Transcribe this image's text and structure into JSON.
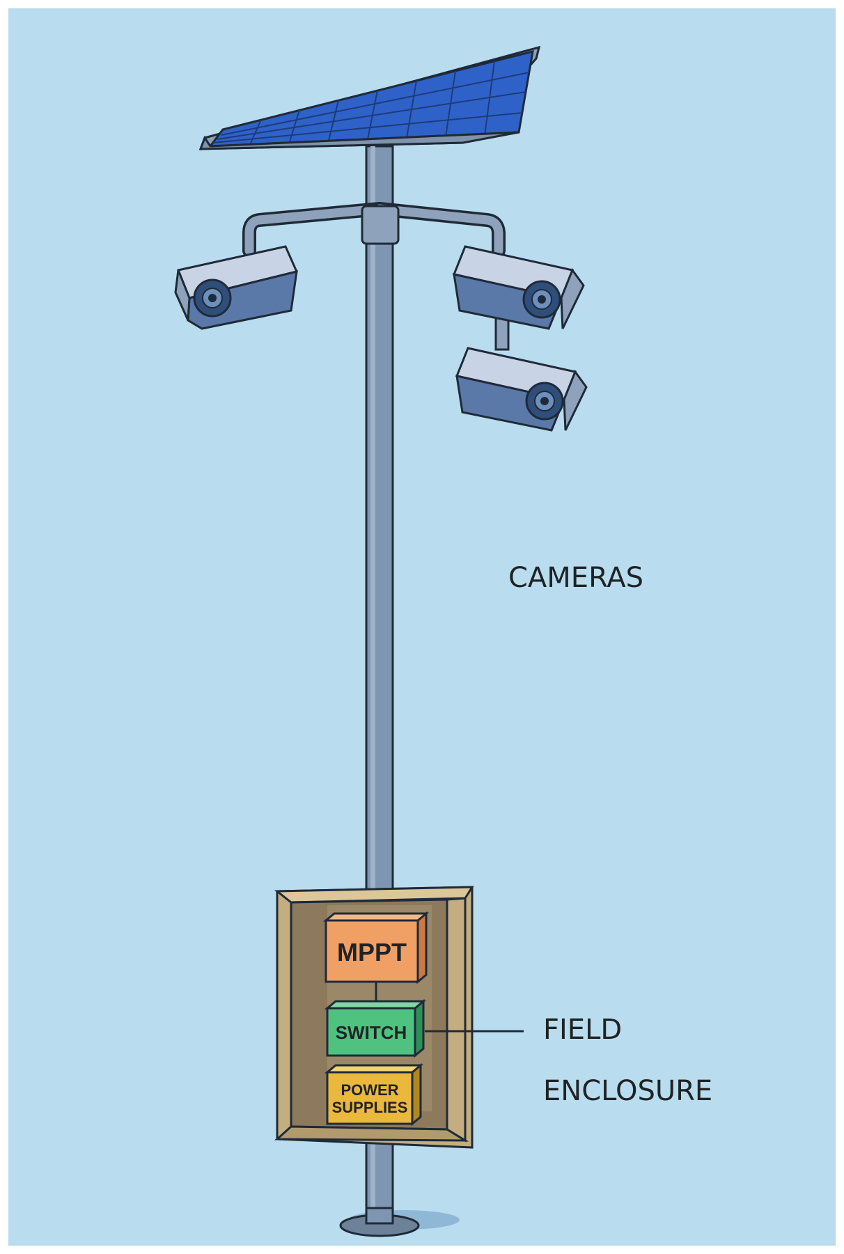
{
  "labels": {
    "cameras": "CAMERAS",
    "field": "FIELD",
    "enclosure": "ENCLOSURE"
  },
  "components": {
    "mppt": "MPPT",
    "switch": "SWITCH",
    "power_line1": "POWER",
    "power_line2": "SUPPLIES"
  },
  "colors": {
    "background": "#b9ddee",
    "solar_cell": "#2f62c8",
    "pole": "#7f96b2",
    "camera_body": "#c9d3e6",
    "enclosure": "#c4ae7f",
    "mppt": "#f0a065",
    "switch": "#4fc27f",
    "power_supplies": "#e9b83c"
  }
}
